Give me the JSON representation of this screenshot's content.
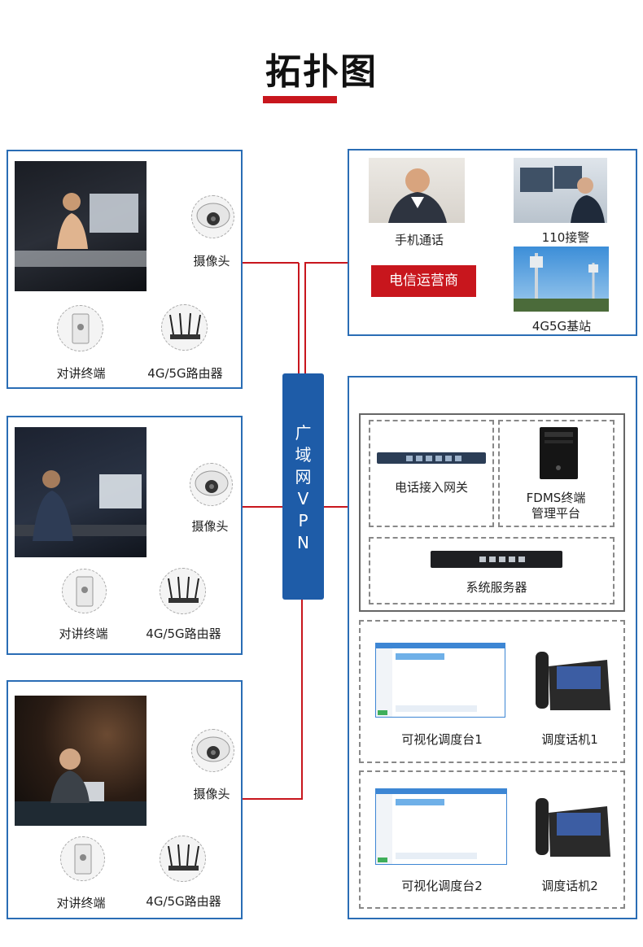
{
  "title": "拓扑图",
  "colors": {
    "accent": "#c8161d",
    "panel_border": "#2a6db5",
    "vpn_bg": "#1e5ca8"
  },
  "sites": [
    {
      "camera_label": "摄像头",
      "intercom_label": "对讲终端",
      "router_label": "4G/5G路由器"
    },
    {
      "camera_label": "摄像头",
      "intercom_label": "对讲终端",
      "router_label": "4G/5G路由器"
    },
    {
      "camera_label": "摄像头",
      "intercom_label": "对讲终端",
      "router_label": "4G/5G路由器"
    }
  ],
  "vpn_label": "广域网VPN",
  "telecom": {
    "phone_call_label": "手机通话",
    "police_label": "110接警",
    "operator_label": "电信运营商",
    "base_station_label": "4G5G基站"
  },
  "center": {
    "gateway_label": "电话接入网关",
    "fdms_label_line1": "FDMS终端",
    "fdms_label_line2": "管理平台",
    "server_label": "系统服务器",
    "console1_label": "可视化调度台1",
    "phone1_label": "调度话机1",
    "console2_label": "可视化调度台2",
    "phone2_label": "调度话机2"
  },
  "icons": [
    "camera-icon",
    "intercom-icon",
    "router-icon",
    "gateway-icon",
    "pc-tower-icon",
    "server-icon",
    "desk-phone-icon",
    "monitor-icon"
  ]
}
